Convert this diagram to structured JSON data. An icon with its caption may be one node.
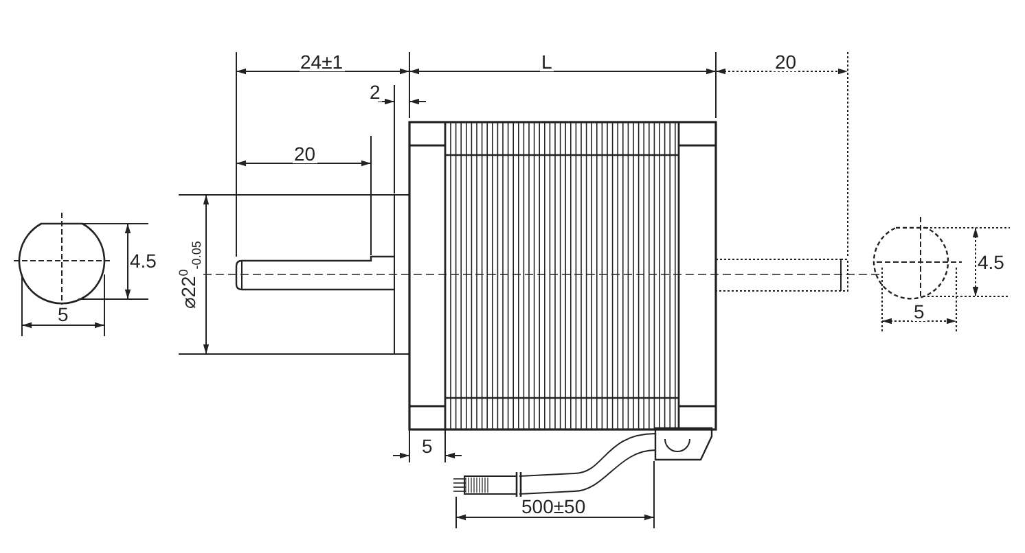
{
  "diagram": {
    "labels": [
      "24±1",
      "L",
      "20",
      "2",
      "20",
      "4.5",
      "⌀22$^{0}$$_{-0.05}$",
      "4.5",
      "5",
      "5",
      "5",
      "500±50"
    ]
  }
}
